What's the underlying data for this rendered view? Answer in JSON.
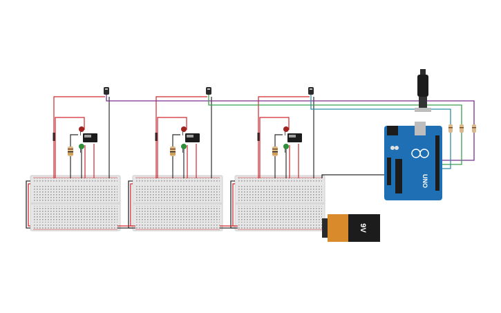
{
  "circuit": {
    "battery_label": "9V",
    "board_label": "UNO",
    "stages": 3,
    "colors": {
      "breadboard": "#e6e6e6",
      "wire_red": "#d0262d",
      "wire_black": "#2b2b2b",
      "wire_purple": "#7a2f8f",
      "wire_green": "#3aa14b",
      "wire_teal": "#2f8fa6",
      "arduino": "#1f6fb5",
      "battery_orange": "#d98b2b"
    }
  }
}
